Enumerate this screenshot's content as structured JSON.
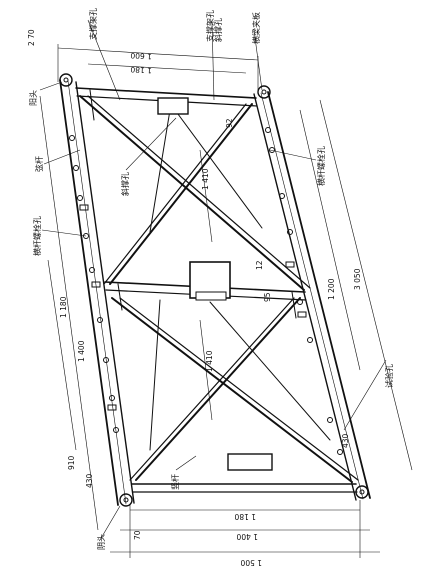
{
  "labels": {
    "chord_bracing_hole": "支撑架孔",
    "bracing_frame_hole": "支撑架孔",
    "diagonal_hole": "斜撑孔",
    "stringer_clamp": "横梁夹板",
    "male_end": "阳头",
    "chord_bolt_hole_top": "横杆螺栓孔",
    "raker_hole": "斜撑孔",
    "chord_bolt_hole_left": "横杆螺栓孔",
    "chord_left": "弦杆",
    "vertical": "竖杆",
    "female_end": "阴头",
    "test_hole": "试验孔"
  },
  "dims": {
    "top_outer": "1 600",
    "top_inner": "1 180",
    "top_gap": "2 70",
    "diag_upper": "1 410",
    "diag_lower": "1 410",
    "right_mid": "1 200",
    "right_total": "3 050",
    "left_1180": "1 180",
    "left_1400": "1 400",
    "left_910": "910",
    "left_430": "430",
    "right_430": "430",
    "bottom_1180": "1 180",
    "bottom_1400": "1 400",
    "bottom_1500": "1 500",
    "small_92": "92",
    "small_12": "12",
    "small_95": "95",
    "small_70": "70"
  },
  "colors": {
    "ink": "#111111",
    "paper": "#ffffff"
  }
}
